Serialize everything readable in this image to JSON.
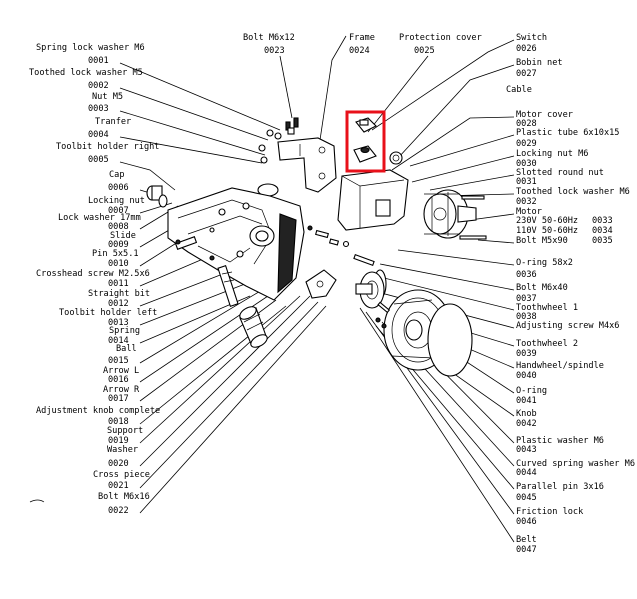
{
  "left_labels": [
    {
      "name": "Spring lock washer M6",
      "num": "0001"
    },
    {
      "name": "Toothed lock washer M5",
      "num": "0002"
    },
    {
      "name": "Nut M5",
      "num": "0003"
    },
    {
      "name": "Tranfer",
      "num": "0004"
    },
    {
      "name": "Toolbit holder right",
      "num": "0005"
    },
    {
      "name": "Cap",
      "num": "0006"
    },
    {
      "name": "Locking nut",
      "num": "0007"
    },
    {
      "name": "Lock washer 17mm",
      "num": "0008"
    },
    {
      "name": "Slide",
      "num": "0009"
    },
    {
      "name": "Pin 5x5.1",
      "num": "0010"
    },
    {
      "name": "Crosshead screw M2.5x6",
      "num": "0011"
    },
    {
      "name": "Straight bit",
      "num": "0012"
    },
    {
      "name": "Toolbit holder left",
      "num": "0013"
    },
    {
      "name": "Spring",
      "num": "0014"
    },
    {
      "name": "Ball",
      "num": "0015"
    },
    {
      "name": "Arrow L",
      "num": "0016"
    },
    {
      "name": "Arrow R",
      "num": "0017"
    },
    {
      "name": "Adjustment knob complete",
      "num": "0018"
    },
    {
      "name": "Support",
      "num": "0019"
    },
    {
      "name": "Washer",
      "num": "0020"
    },
    {
      "name": "Cross piece",
      "num": "0021"
    },
    {
      "name": "Bolt M6x16",
      "num": "0022"
    }
  ],
  "top_labels": [
    {
      "name": "Bolt M6x12",
      "num": "0023"
    },
    {
      "name": "Frame",
      "num": "0024"
    },
    {
      "name": "Protection cover",
      "num": "0025"
    }
  ],
  "right_labels": [
    {
      "name": "Switch",
      "num": "0026"
    },
    {
      "name": "Bobin net",
      "num": "0027"
    },
    {
      "name": "Cable",
      "num": ""
    },
    {
      "name": "Motor cover",
      "num": "0028"
    },
    {
      "name": "Plastic tube 6x10x15",
      "num": "0029"
    },
    {
      "name": "Locking nut M6",
      "num": "0030"
    },
    {
      "name": "Slotted round nut",
      "num": "0031"
    },
    {
      "name": "Toothed lock washer M6",
      "num": "0032"
    },
    {
      "name": "Bolt M5x90",
      "num": "0035"
    },
    {
      "name": "O-ring 58x2",
      "num": "0036"
    },
    {
      "name": "Bolt M6x40",
      "num": "0037"
    },
    {
      "name": "Toothwheel 1",
      "num": "0038"
    },
    {
      "name": "Adjusting screw M4x6",
      "num": ""
    },
    {
      "name": "Toothwheel 2",
      "num": "0039"
    },
    {
      "name": "Handwheel/spindle",
      "num": "0040"
    },
    {
      "name": "O-ring",
      "num": "0041"
    },
    {
      "name": "Knob",
      "num": "0042"
    },
    {
      "name": "Plastic washer M6",
      "num": "0043"
    },
    {
      "name": "Curved spring washer M6",
      "num": "0044"
    },
    {
      "name": "Parallel pin 3x16",
      "num": "0045"
    },
    {
      "name": "Friction lock",
      "num": "0046"
    },
    {
      "name": "Belt",
      "num": "0047"
    }
  ],
  "motor": {
    "title": "Motor",
    "line1": "230V 50-60Hz",
    "num1": "0033",
    "line2": "110V 50-60Hz",
    "num2": "0034"
  },
  "highlight_color": "#e8101a"
}
